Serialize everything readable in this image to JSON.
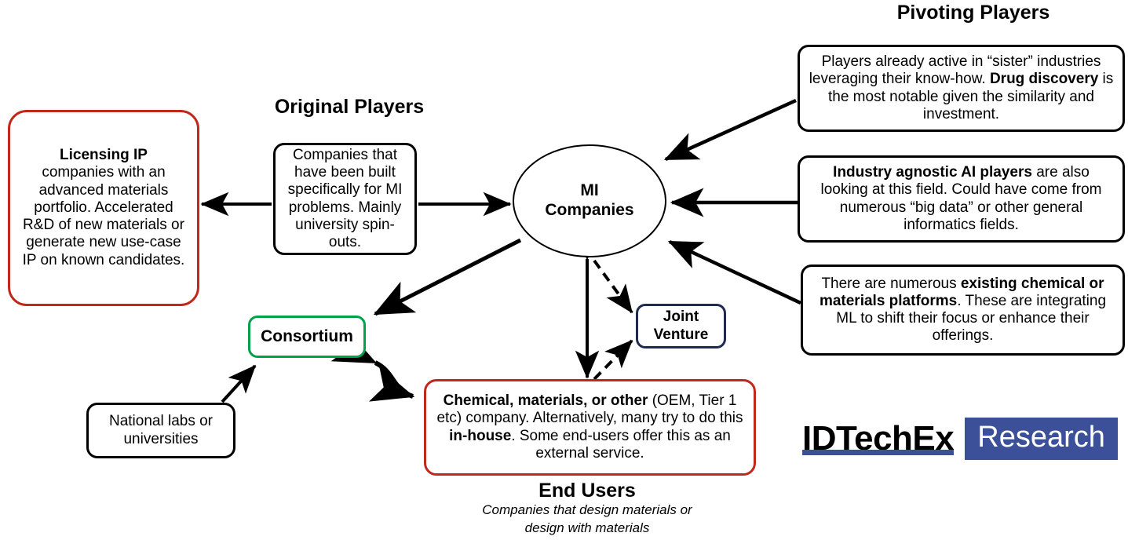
{
  "diagram": {
    "title_original": "Original Players",
    "title_pivoting": "Pivoting Players",
    "title_endusers": "End Users",
    "subtitle_endusers_l1": "Companies that design materials or",
    "subtitle_endusers_l2": "design with materials",
    "center_line1": "MI",
    "center_line2": "Companies",
    "consortium": "Consortium",
    "joint_venture_l1": "Joint",
    "joint_venture_l2": "Venture",
    "national_labs_l1": "National labs or",
    "national_labs_l2": "universities",
    "licensing_ip_bold": "Licensing IP",
    "licensing_ip_rest": "companies with an advanced materials portfolio. Accelerated R&D of new materials or generate new use-case IP on known candidates.",
    "original_players_body": "Companies that have been built specifically for MI problems. Mainly university spin-outs.",
    "pivot1_a": "Players already active in “sister” industries leveraging their know-how. ",
    "pivot1_b": "Drug discovery",
    "pivot1_c": " is the most notable given the similarity and investment.",
    "pivot2_a": "Industry agnostic AI players",
    "pivot2_b": " are also looking at this field. Could have come from numerous “big data” or other general informatics fields.",
    "pivot3_a": "There are numerous ",
    "pivot3_b": "existing chemical or materials platforms",
    "pivot3_c": ". These are integrating ML to shift their focus or enhance their offerings.",
    "endusers_a": "Chemical, materials, or other",
    "endusers_b": " (OEM, Tier 1 etc) company. Alternatively, many try to do this ",
    "endusers_c": "in-house",
    "endusers_d": ". Some end-users offer this as an external service."
  },
  "logo": {
    "word": "IDTechEx",
    "research": "Research"
  },
  "colors": {
    "red": "#C0281C",
    "green": "#00A14B",
    "navy": "#1F2A50",
    "logo_blue": "#3B5099",
    "black": "#000000"
  }
}
